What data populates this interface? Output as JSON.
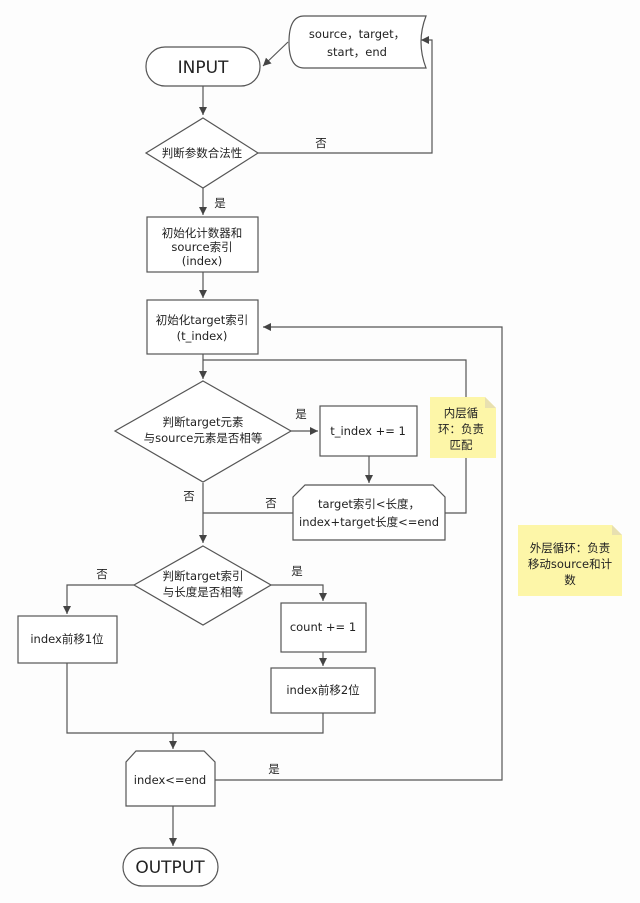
{
  "nodes": {
    "source_data": [
      "source，target，",
      "start，end"
    ],
    "input": "INPUT",
    "check_params": "判断参数合法性",
    "init_counter": [
      "初始化计数器和",
      "source索引",
      "(index)"
    ],
    "init_target": [
      "初始化target索引",
      "(t_index)"
    ],
    "compare_elements": [
      "判断target元素",
      "与source元素是否相等"
    ],
    "t_index_inc": "t_index += 1",
    "inner_loop_cond": [
      "target索引<长度，",
      "index+target长度<=end"
    ],
    "check_length": [
      "判断target索引",
      "与长度是否相等"
    ],
    "index_move_1": "index前移1位",
    "count_inc": "count += 1",
    "index_move_2": "index前移2位",
    "outer_loop_cond": "index<=end",
    "output": "OUTPUT"
  },
  "edge_labels": {
    "params_no": "否",
    "params_yes": "是",
    "compare_yes": "是",
    "compare_no": "否",
    "inner_no": "否",
    "length_no": "否",
    "length_yes": "是",
    "outer_yes": "是"
  },
  "notes": {
    "inner": [
      "内层循",
      "环：负责",
      "匹配"
    ],
    "outer": [
      "外层循环：负责",
      "移动source和计",
      "数"
    ]
  }
}
